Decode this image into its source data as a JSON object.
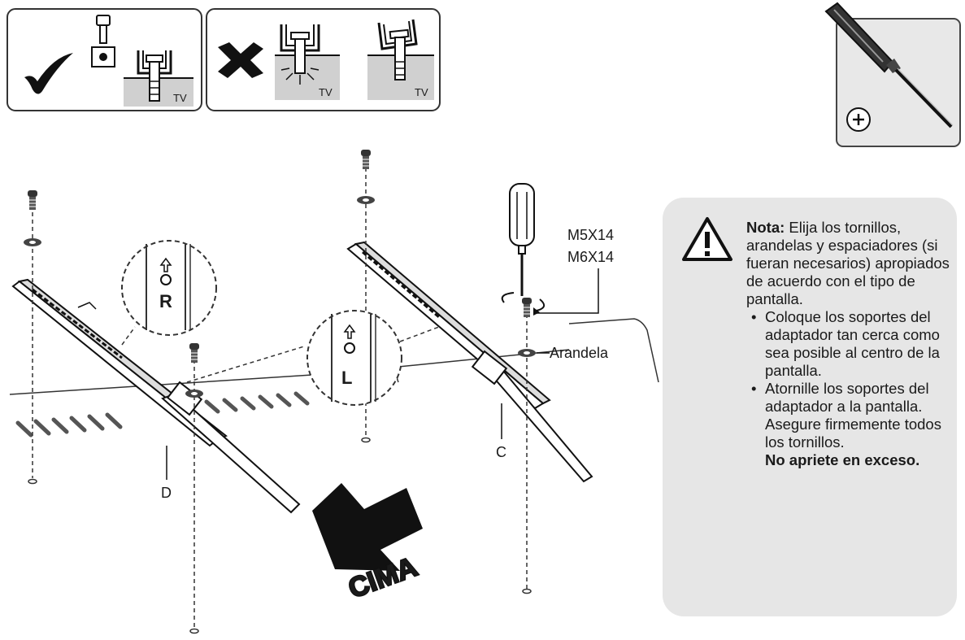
{
  "top_panels": {
    "correct_tv_label": "TV",
    "wrong_tv_label_1": "TV",
    "wrong_tv_label_2": "TV"
  },
  "callouts": {
    "screw_sizes": [
      "M5X14",
      "M6X14"
    ],
    "washer_label": "Arandela",
    "bracket_right_letter": "R",
    "bracket_left_letter": "L",
    "bracket_c_label": "C",
    "bracket_d_label": "D",
    "direction_label": "CIMA"
  },
  "note": {
    "title": "Nota:",
    "intro": "Elija los tornillos, arandelas y espaciadores (si fueran necesarios) apropiados de acuerdo con el tipo de pantalla.",
    "bullets": [
      "Coloque los soportes del adaptador tan cerca como sea posible al centro de la pantalla.",
      "Atornille los soportes del adaptador a la pantalla. Asegure firmemente todos los tornillos."
    ],
    "warning": "No apriete en exceso."
  },
  "icons": [
    "checkmark-icon",
    "cross-icon",
    "screwdriver-icon",
    "phillips-head-icon",
    "warning-icon",
    "arrow-icon"
  ]
}
